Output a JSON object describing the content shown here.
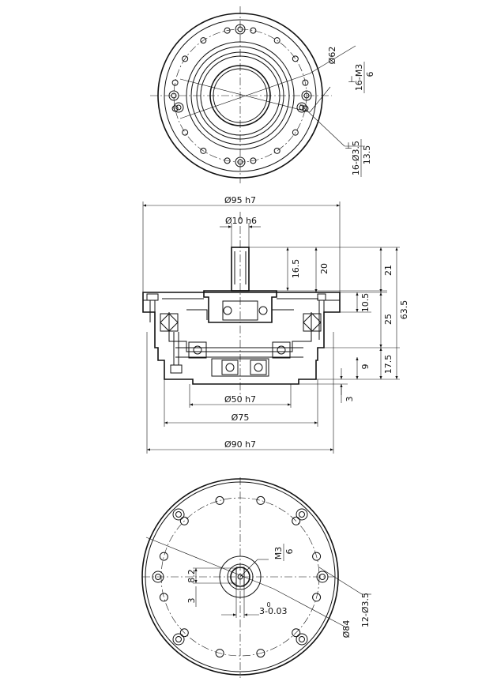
{
  "top_view": {
    "labels": {
      "pcd_62": "Ø62",
      "tap_count": "16-M3",
      "tap_depth": "6",
      "hole_count": "16-Ø3.5",
      "hole_depth": "13.5"
    }
  },
  "side_view": {
    "labels": {
      "dia_95": "Ø95 h7",
      "dia_10": "Ø10 h6",
      "dia_50": "Ø50 h7",
      "dia_75": "Ø75",
      "dia_90": "Ø90 h7",
      "h_16_5": "16.5",
      "h_20": "20",
      "h_21": "21",
      "h_10_5": "10.5",
      "h_25": "25",
      "h_63_5": "63.5",
      "h_17_5": "17.5",
      "h_9": "9",
      "h_3": "3"
    }
  },
  "bottom_view": {
    "labels": {
      "center_tap": "M3",
      "center_tap_depth": "6",
      "key_8_2": "8.2",
      "key_3": "3",
      "key_width_tol_upper": "0",
      "key_width": "3-0.03",
      "hole_count": "12-Ø3.5",
      "pcd_84": "Ø84"
    }
  }
}
